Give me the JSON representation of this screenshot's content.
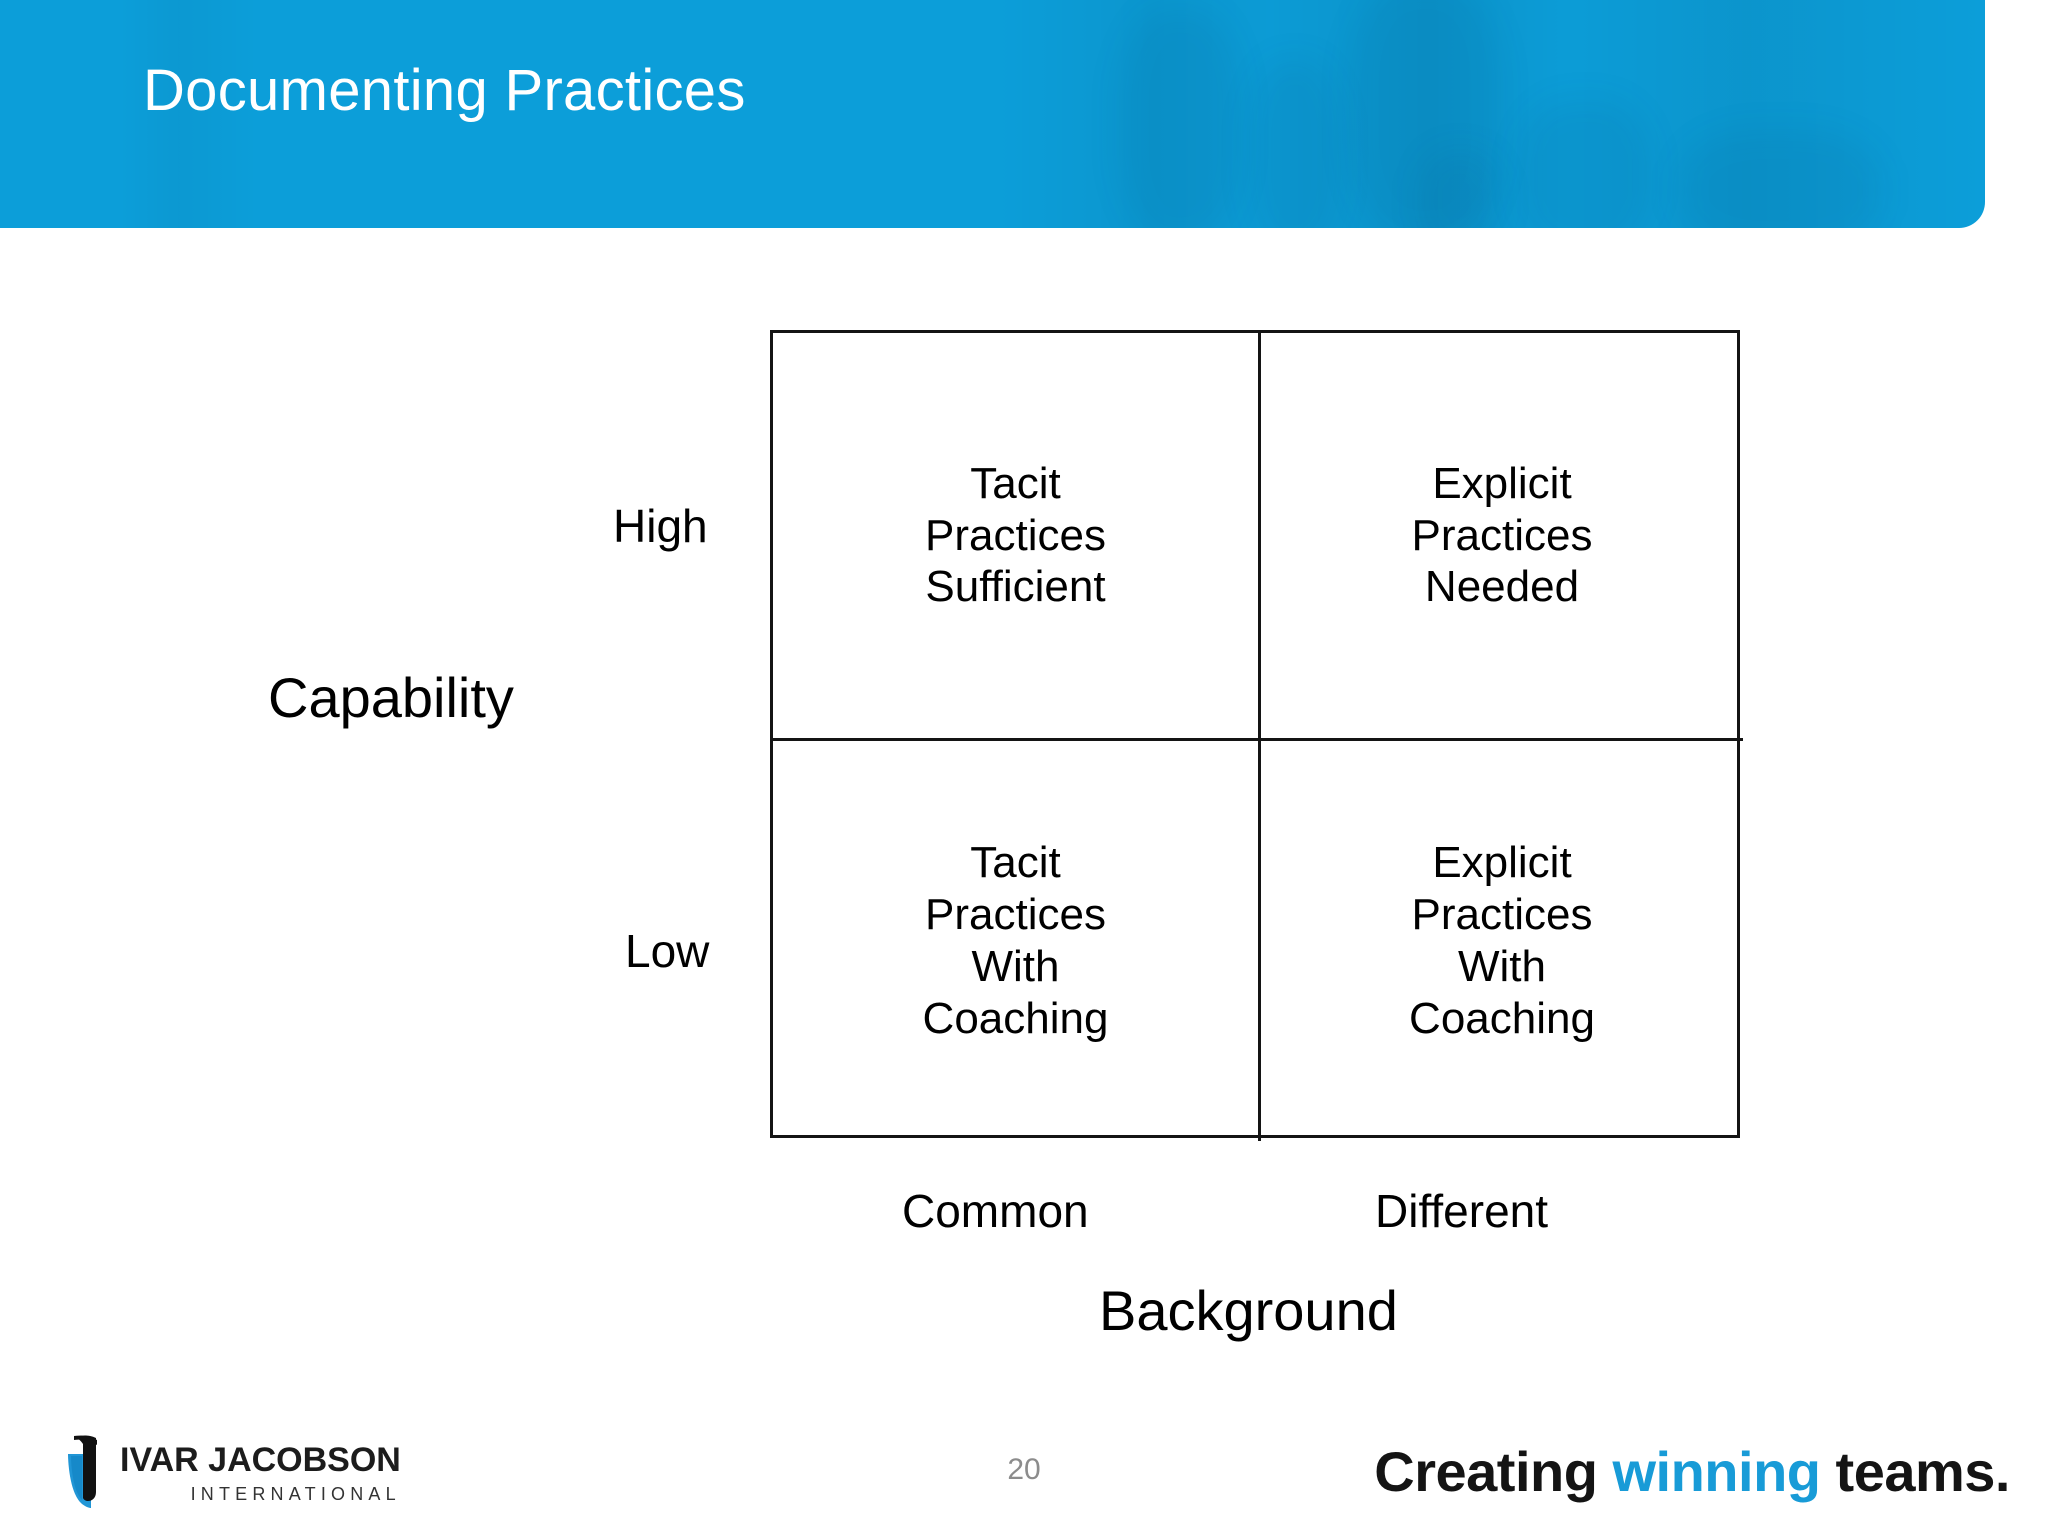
{
  "slide": {
    "title": "Documenting Practices",
    "page_number": "20",
    "header_color": "#0c9ed9",
    "accent_color": "#189bd7"
  },
  "matrix": {
    "y_axis": {
      "title": "Capability",
      "high_label": "High",
      "low_label": "Low"
    },
    "x_axis": {
      "title": "Background",
      "left_label": "Common",
      "right_label": "Different"
    },
    "cells": {
      "top_left": {
        "line1": "Tacit",
        "line2": "Practices",
        "line3": "Sufficient",
        "line4": ""
      },
      "top_right": {
        "line1": "Explicit",
        "line2": "Practices",
        "line3": "Needed",
        "line4": ""
      },
      "bottom_left": {
        "line1": "Tacit",
        "line2": "Practices",
        "line3": "With",
        "line4": "Coaching"
      },
      "bottom_right": {
        "line1": "Explicit",
        "line2": "Practices",
        "line3": "With",
        "line4": "Coaching"
      }
    }
  },
  "footer": {
    "logo_name": "IVAR JACOBSON",
    "logo_sub": "INTERNATIONAL",
    "tagline_part1": "Creating ",
    "tagline_accent": "winning",
    "tagline_part2": " teams."
  },
  "chart_data": {
    "type": "table",
    "title": "Documenting Practices",
    "xlabel": "Background",
    "ylabel": "Capability",
    "x_categories": [
      "Common",
      "Different"
    ],
    "y_categories": [
      "High",
      "Low"
    ],
    "rows": [
      [
        "Tacit Practices Sufficient",
        "Explicit Practices Needed"
      ],
      [
        "Tacit Practices With Coaching",
        "Explicit Practices With Coaching"
      ]
    ],
    "grid": true,
    "legend": "none"
  }
}
